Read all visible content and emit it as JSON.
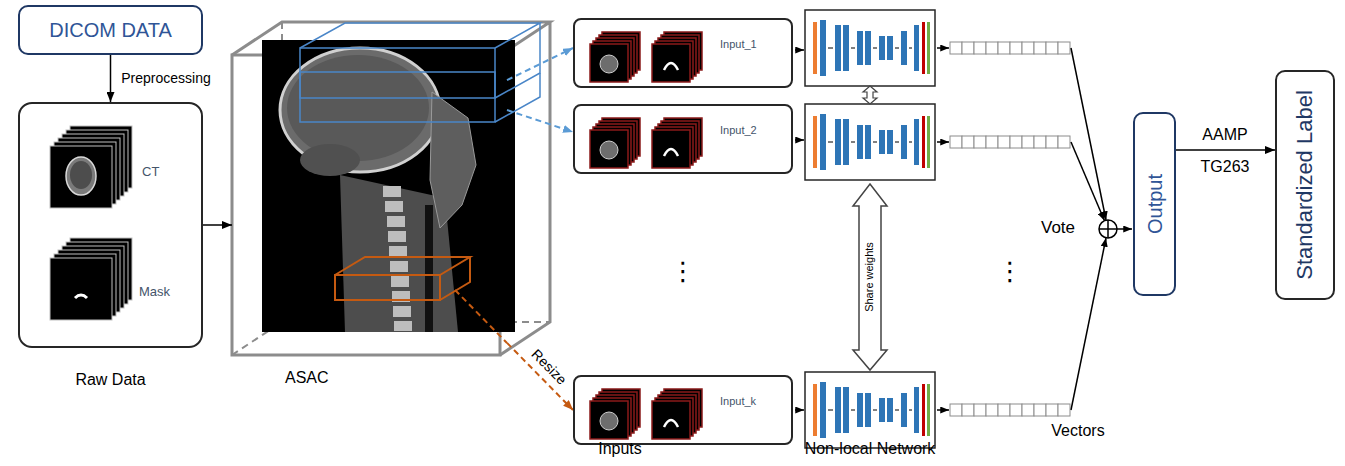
{
  "diagram": {
    "nodes": [
      {
        "text": [
          "DICOM DATA"
        ]
      },
      {
        "text": [
          "CT",
          "Mask",
          "Raw Data"
        ]
      },
      {
        "text": [
          "ASAC"
        ]
      },
      {
        "text": [
          "Input_1"
        ]
      },
      {
        "text": [
          "Input_2"
        ]
      },
      {
        "text": [
          "Input_k"
        ]
      },
      {
        "text": [
          "Output"
        ]
      },
      {
        "text": [
          "Standardized Label"
        ]
      }
    ],
    "edges": [
      {
        "from": 0,
        "to": 1,
        "arrow": "to",
        "label": "Preprocessing"
      },
      {
        "from": 1,
        "to": 2,
        "arrow": "to"
      },
      {
        "from": 2,
        "to": 3,
        "arrow": "to"
      },
      {
        "from": 2,
        "to": 4,
        "arrow": "to"
      },
      {
        "from": 2,
        "to": 5,
        "arrow": "to",
        "label": "Resize"
      },
      {
        "from": 6,
        "to": 7,
        "arrow": "to",
        "label": "AAMP"
      }
    ],
    "labels": [
      "Share weights",
      "⋮",
      "⋮",
      "Vote",
      "TG263",
      "Inputs",
      "Non-local Network",
      "Vectors"
    ]
  }
}
